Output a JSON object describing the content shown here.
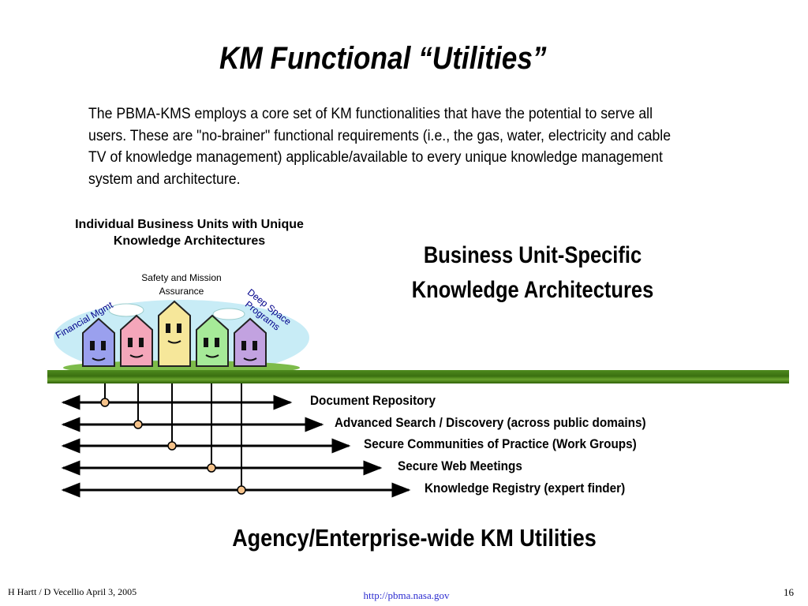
{
  "slide": {
    "title": "KM Functional “Utilities”",
    "intro": "The PBMA-KMS employs a core set of KM functionalities that have the potential to serve all users. These are \"no-brainer\" functional requirements (i.e., the gas, water, electricity and cable TV of knowledge management) applicable/available to every unique knowledge management system and architecture."
  },
  "diagram": {
    "units_caption": "Individual Business Units with Unique Knowledge Architectures",
    "units_heading": "Business Unit-Specific Knowledge Architectures",
    "house_labels": {
      "safety": "Safety and Mission Assurance",
      "financial": "Financial Mgmt",
      "deep_space": "Deep Space Programs"
    },
    "house_colors": [
      "#9aa0ee",
      "#f4a6ba",
      "#f6e79a",
      "#a6ea98",
      "#c2a2e0"
    ],
    "utilities": [
      "Document Repository",
      "Advanced Search / Discovery (across public domains)",
      "Secure Communities of Practice (Work Groups)",
      "Secure Web Meetings",
      "Knowledge Registry (expert finder)"
    ],
    "enterprise_label": "Agency/Enterprise-wide KM Utilities",
    "connector_color": "#f5c28a",
    "ground_color": "#3a7010"
  },
  "footer": {
    "author": "H Hartt / D Vecellio  April 3, 2005",
    "url": "http://pbma.nasa.gov",
    "page": "16"
  }
}
